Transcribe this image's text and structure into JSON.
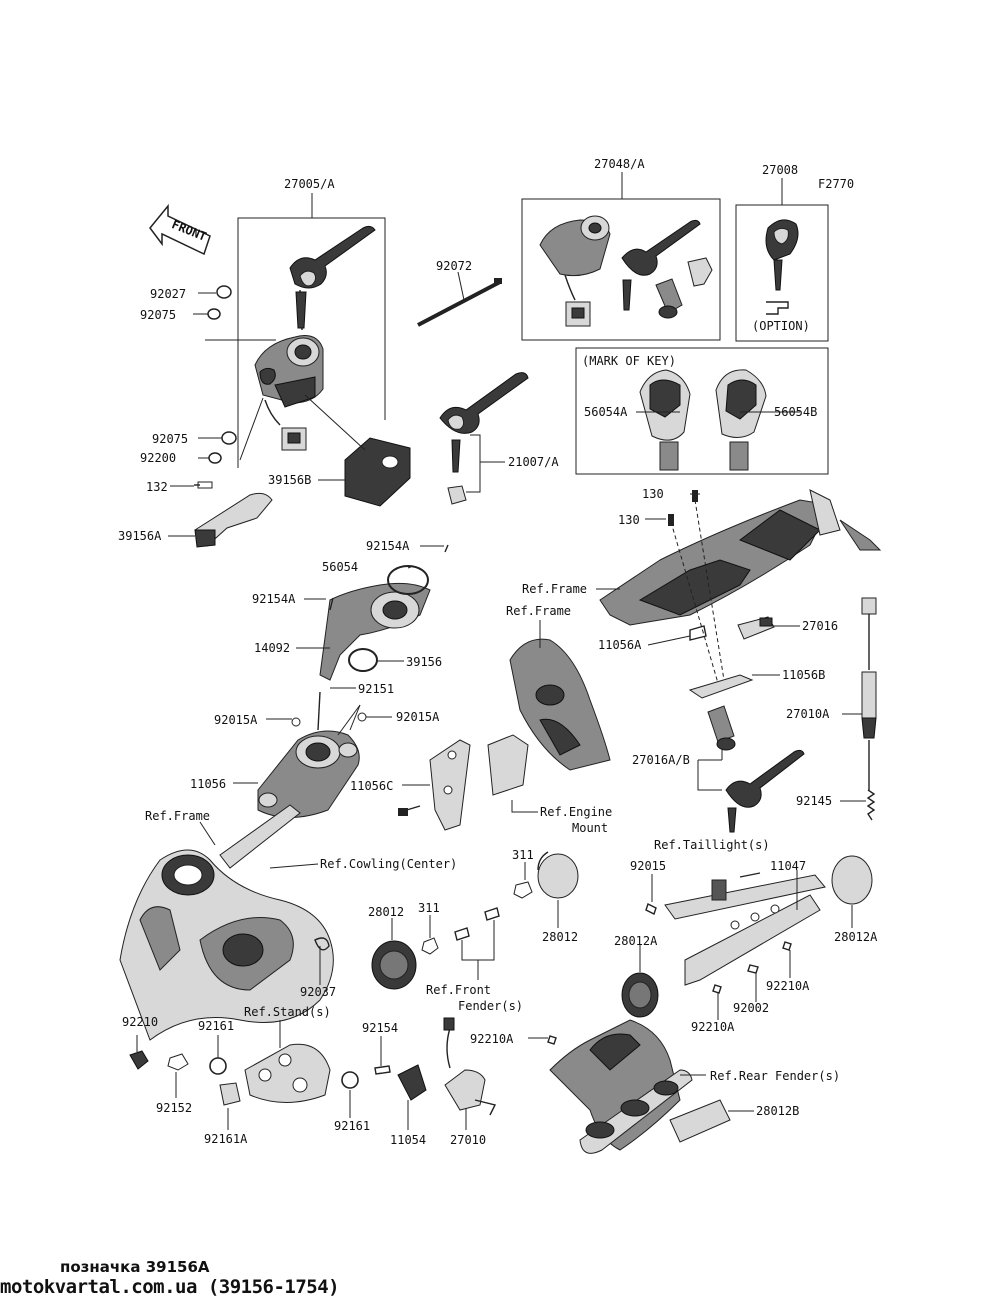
{
  "diagram_code": "F2770",
  "front_label": "FRONT",
  "parts": {
    "p27005A": "27005/A",
    "p27048A": "27048/A",
    "p27008": "27008",
    "p92027": "92027",
    "p92075a": "92075",
    "p92072": "92072",
    "option": "(OPTION)",
    "mark_of_key": "(MARK OF KEY)",
    "p56054A": "56054A",
    "p56054B": "56054B",
    "p92075b": "92075",
    "p92200": "92200",
    "p132": "132",
    "p39156B": "39156B",
    "p21007A": "21007/A",
    "p39156A": "39156A",
    "p130a": "130",
    "p130b": "130",
    "p92154A_a": "92154A",
    "p56054": "56054",
    "p92154A_b": "92154A",
    "p14092": "14092",
    "p39156": "39156",
    "ref_frame_1": "Ref.Frame",
    "ref_frame_2": "Ref.Frame",
    "p27016": "27016",
    "p11056A": "11056A",
    "p11056B": "11056B",
    "p92151": "92151",
    "p92015A_a": "92015A",
    "p92015A_b": "92015A",
    "p27010A": "27010A",
    "p27016AB": "27016A/B",
    "p11056": "11056",
    "p11056C": "11056C",
    "ref_engine_mount_1": "Ref.Engine",
    "ref_engine_mount_2": "Mount",
    "p92145": "92145",
    "ref_frame_3": "Ref.Frame",
    "ref_cowling": "Ref.Cowling(Center)",
    "ref_taillight": "Ref.Taillight(s)",
    "p311a": "311",
    "p92015": "92015",
    "p11047": "11047",
    "p28012a": "28012",
    "p311b": "311",
    "p28012b": "28012",
    "p28012A_a": "28012A",
    "p28012A_b": "28012A",
    "ref_front_fender_1": "Ref.Front",
    "ref_front_fender_2": "Fender(s)",
    "p92210A_a": "92210A",
    "p92002": "92002",
    "p92210A_b": "92210A",
    "p92037": "92037",
    "p92210": "92210",
    "p92161a": "92161",
    "ref_stands": "Ref.Stand(s)",
    "p92154": "92154",
    "p92210A_c": "92210A",
    "ref_rear_fender": "Ref.Rear Fender(s)",
    "p92152": "92152",
    "p92161b": "92161",
    "p11054": "11054",
    "p27010": "27010",
    "p28012B": "28012B",
    "p92161A": "92161A"
  },
  "caption": "позначка 39156A",
  "source": "motokvartal.com.ua (39156-1754)"
}
